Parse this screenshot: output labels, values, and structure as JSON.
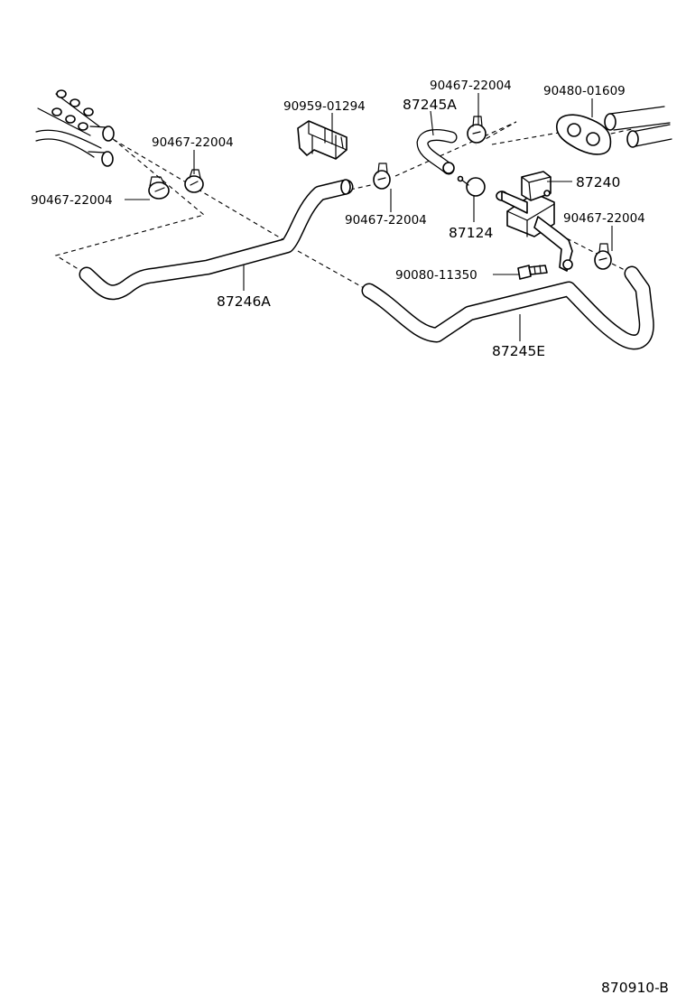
{
  "labels": {
    "clamp_upper_left": "90467-22004",
    "clamp_left": "90467-22004",
    "holder": "90959-01294",
    "clamp_top": "90467-22004",
    "hose_a": "87245A",
    "gasket": "90480-01609",
    "valve": "87240",
    "clamp_mid": "90467-22004",
    "clamp_87124": "87124",
    "clamp_right": "90467-22004",
    "bolt": "90080-11350",
    "hose_left": "87246A",
    "hose_e": "87245E"
  },
  "footer": {
    "code": "870910-B"
  }
}
